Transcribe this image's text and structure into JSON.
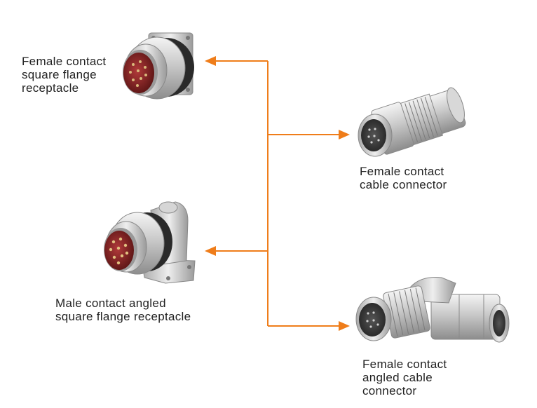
{
  "colors": {
    "arrow": "#ef7d1a",
    "metal_light": "#e4e4e4",
    "metal_dark": "#8c8c8c",
    "insulator_red": "#7a1d1d",
    "text": "#222222"
  },
  "products": [
    {
      "id": "female-square-flange",
      "icon": "square-flange-receptacle-image",
      "lines": [
        "Female contact",
        "square flange",
        "receptacle"
      ]
    },
    {
      "id": "female-cable",
      "icon": "cable-connector-image",
      "lines": [
        "Female contact",
        "cable connector"
      ]
    },
    {
      "id": "male-angled-square-flange",
      "icon": "angled-flange-receptacle-image",
      "lines": [
        "Male contact angled",
        "square flange receptacle"
      ]
    },
    {
      "id": "female-angled-cable",
      "icon": "angled-cable-connector-image",
      "lines": [
        "Female contact",
        "angled cable",
        "connector"
      ]
    }
  ]
}
